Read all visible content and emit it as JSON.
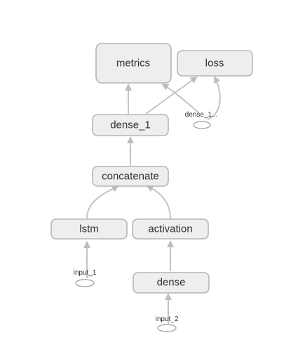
{
  "graph": {
    "nodes": {
      "metrics": "metrics",
      "loss": "loss",
      "dense_1": "dense_1",
      "concatenate": "concatenate",
      "lstm": "lstm",
      "activation": "activation",
      "dense": "dense"
    },
    "inputs": {
      "dense_1_dots": "dense_1...",
      "input_1": "input_1",
      "input_2": "input_2"
    }
  },
  "colors": {
    "node_fill": "#eeeeee",
    "node_stroke": "#b6b6b6",
    "edge": "#c4c4c4"
  }
}
